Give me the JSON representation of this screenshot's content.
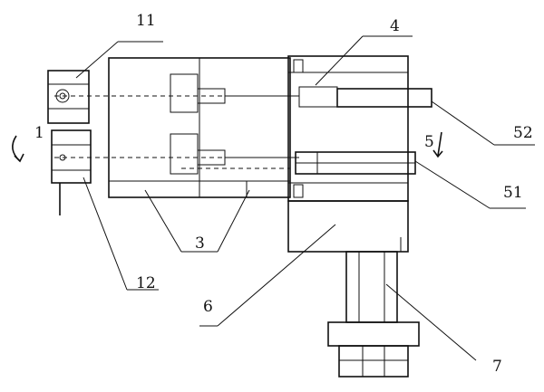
{
  "labels": {
    "l1": "1",
    "l3": "3",
    "l4": "4",
    "l6": "6",
    "l7": "7",
    "l11": "11",
    "l12": "12",
    "l5": "5",
    "l51": "51",
    "l52": "52"
  }
}
